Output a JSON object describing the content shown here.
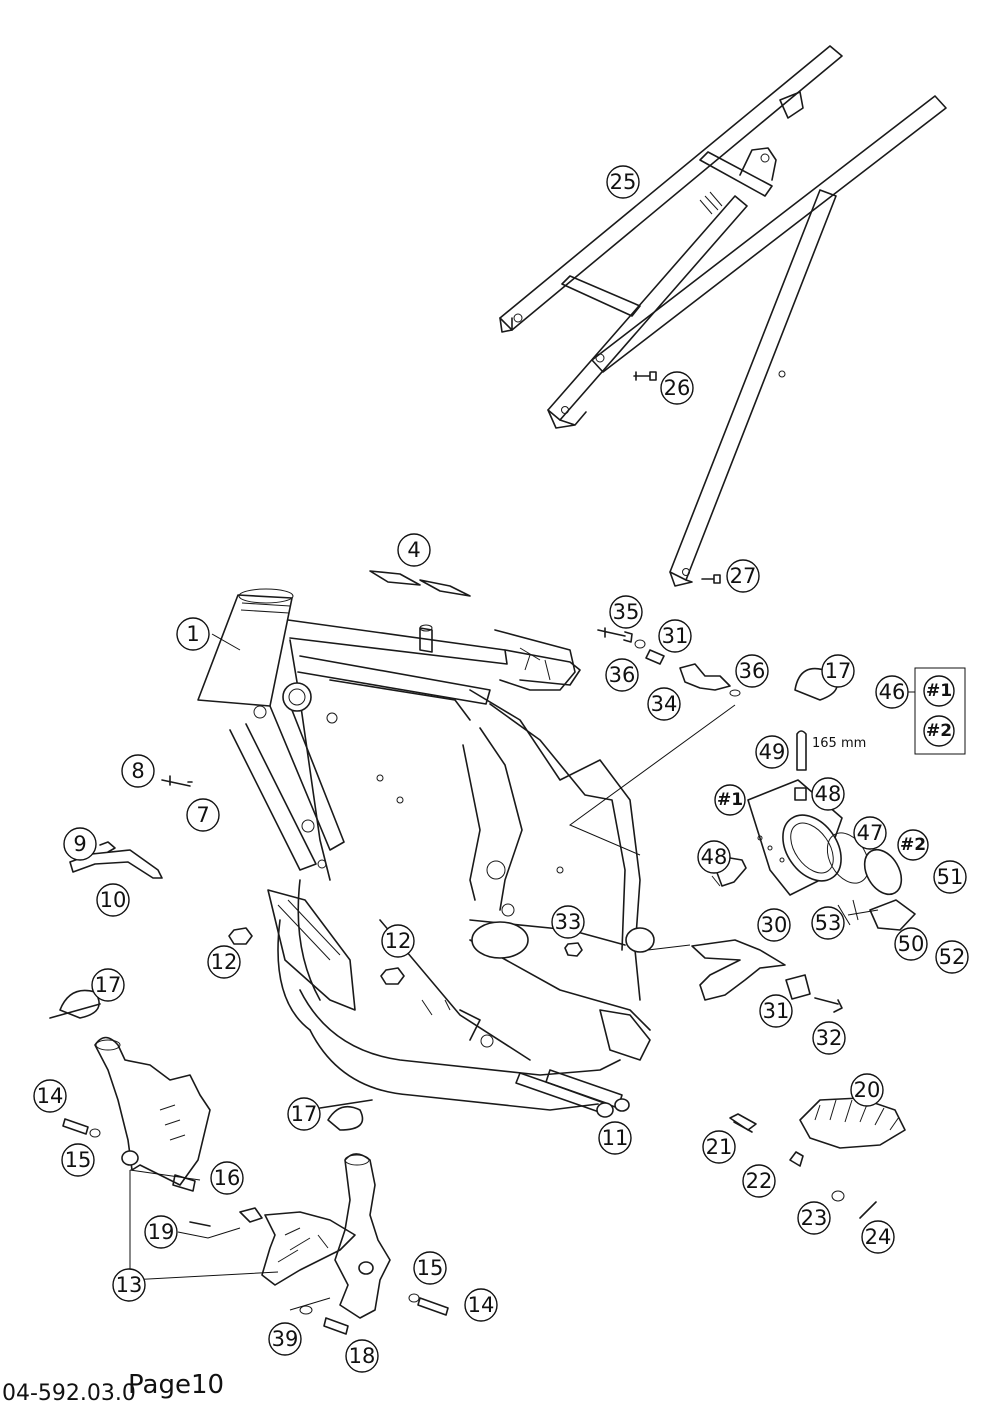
{
  "diagram": {
    "callouts": [
      {
        "id": "c25",
        "text": "25"
      },
      {
        "id": "c26",
        "text": "26"
      },
      {
        "id": "c27",
        "text": "27"
      },
      {
        "id": "c4",
        "text": "4"
      },
      {
        "id": "c1",
        "text": "1"
      },
      {
        "id": "c35",
        "text": "35"
      },
      {
        "id": "c31a",
        "text": "31"
      },
      {
        "id": "c36a",
        "text": "36"
      },
      {
        "id": "c34",
        "text": "34"
      },
      {
        "id": "c36b",
        "text": "36"
      },
      {
        "id": "c17a",
        "text": "17"
      },
      {
        "id": "c46",
        "text": "46"
      },
      {
        "id": "c49",
        "text": "49"
      },
      {
        "id": "c48a",
        "text": "48"
      },
      {
        "id": "c8",
        "text": "8"
      },
      {
        "id": "c7",
        "text": "7"
      },
      {
        "id": "c9",
        "text": "9"
      },
      {
        "id": "c10",
        "text": "10"
      },
      {
        "id": "c47",
        "text": "47"
      },
      {
        "id": "c48b",
        "text": "48"
      },
      {
        "id": "c51",
        "text": "51"
      },
      {
        "id": "c12a",
        "text": "12"
      },
      {
        "id": "c12b",
        "text": "12"
      },
      {
        "id": "c33",
        "text": "33"
      },
      {
        "id": "c30",
        "text": "30"
      },
      {
        "id": "c53",
        "text": "53"
      },
      {
        "id": "c50",
        "text": "50"
      },
      {
        "id": "c52",
        "text": "52"
      },
      {
        "id": "c17b",
        "text": "17"
      },
      {
        "id": "c31b",
        "text": "31"
      },
      {
        "id": "c32",
        "text": "32"
      },
      {
        "id": "c14a",
        "text": "14"
      },
      {
        "id": "c20",
        "text": "20"
      },
      {
        "id": "c17c",
        "text": "17"
      },
      {
        "id": "c11",
        "text": "11"
      },
      {
        "id": "c15a",
        "text": "15"
      },
      {
        "id": "c21",
        "text": "21"
      },
      {
        "id": "c16",
        "text": "16"
      },
      {
        "id": "c22",
        "text": "22"
      },
      {
        "id": "c19",
        "text": "19"
      },
      {
        "id": "c23",
        "text": "23"
      },
      {
        "id": "c24",
        "text": "24"
      },
      {
        "id": "c13",
        "text": "13"
      },
      {
        "id": "c15b",
        "text": "15"
      },
      {
        "id": "c14b",
        "text": "14"
      },
      {
        "id": "c39",
        "text": "39"
      },
      {
        "id": "c18",
        "text": "18"
      }
    ],
    "variants": [
      {
        "id": "v1",
        "text": "#1"
      },
      {
        "id": "v2",
        "text": "#2"
      },
      {
        "id": "v1b",
        "text": "#1"
      },
      {
        "id": "v2b",
        "text": "#2"
      }
    ],
    "dimension_label": "165 mm",
    "page_label": "Page10",
    "drawing_number": "04-592.03.0"
  }
}
